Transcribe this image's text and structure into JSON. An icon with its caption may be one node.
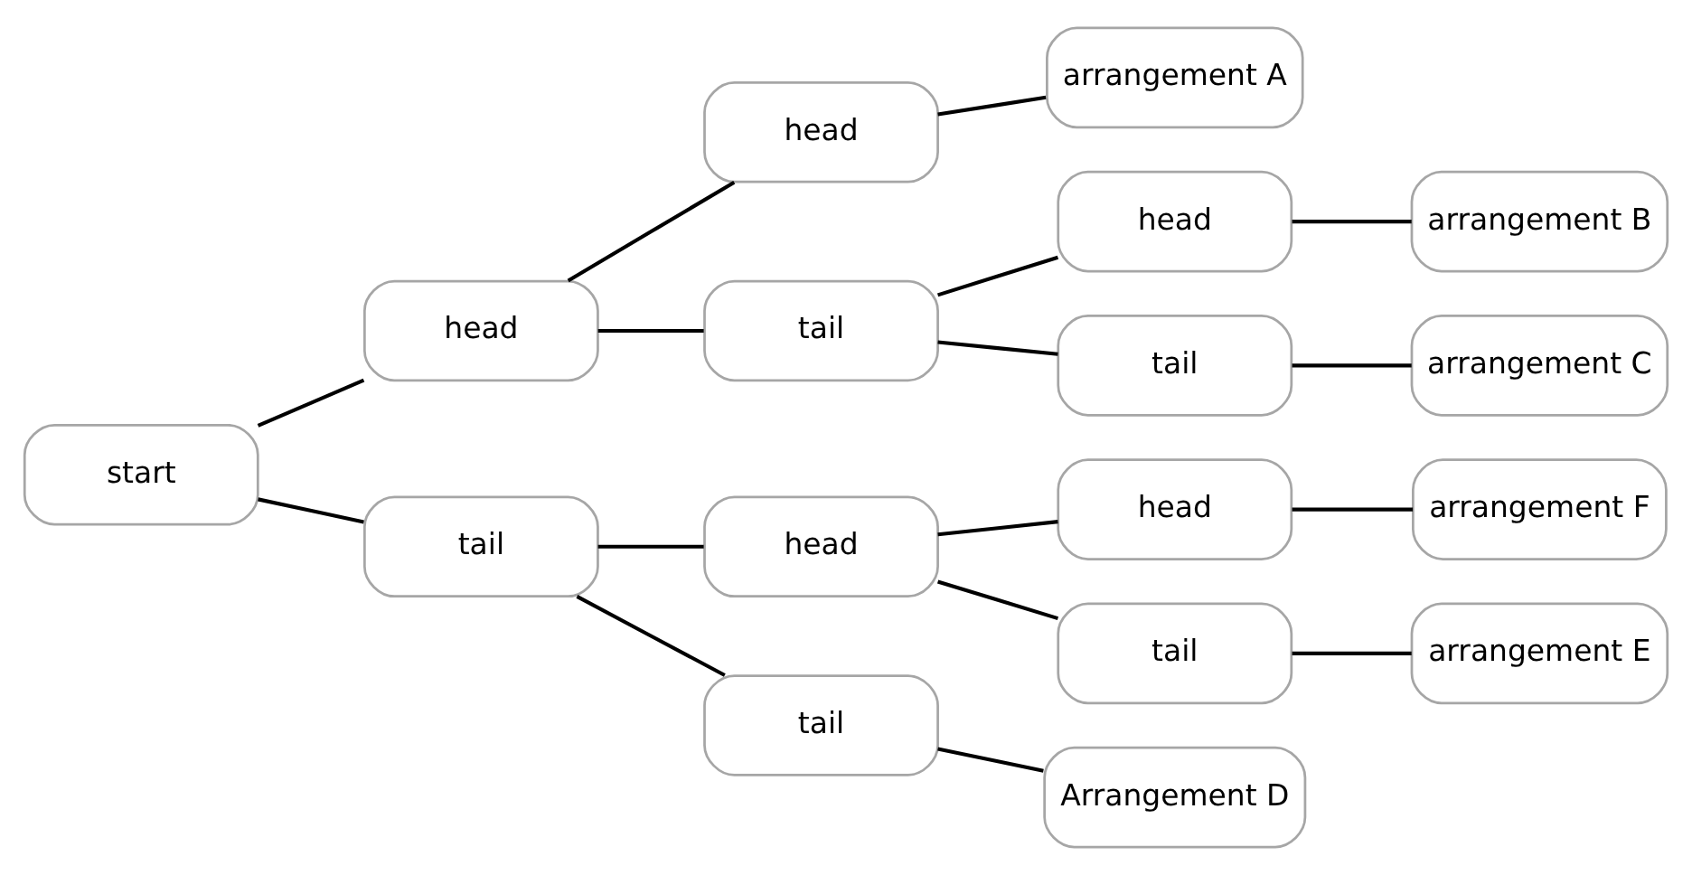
{
  "diagram": {
    "nodes": [
      {
        "text": [
          "start"
        ]
      },
      {
        "text": [
          "head"
        ]
      },
      {
        "text": [
          "head"
        ]
      },
      {
        "text": [
          "arrangement A"
        ]
      },
      {
        "text": [
          "tail"
        ]
      },
      {
        "text": [
          "head"
        ]
      },
      {
        "text": [
          "arrangement B"
        ]
      },
      {
        "text": [
          "tail"
        ]
      },
      {
        "text": [
          "arrangement C"
        ]
      },
      {
        "text": [
          "tail"
        ]
      },
      {
        "text": [
          "head"
        ]
      },
      {
        "text": [
          "head"
        ]
      },
      {
        "text": [
          "arrangement F"
        ]
      },
      {
        "text": [
          "tail"
        ]
      },
      {
        "text": [
          "arrangement E"
        ]
      },
      {
        "text": [
          "tail"
        ]
      },
      {
        "text": [
          "Arrangement D"
        ]
      }
    ],
    "edges": [
      {
        "from": 0,
        "to": 1,
        "arrow": "none"
      },
      {
        "from": 1,
        "to": 2,
        "arrow": "none"
      },
      {
        "from": 2,
        "to": 3,
        "arrow": "none"
      },
      {
        "from": 1,
        "to": 4,
        "arrow": "none"
      },
      {
        "from": 4,
        "to": 5,
        "arrow": "none"
      },
      {
        "from": 5,
        "to": 6,
        "arrow": "none"
      },
      {
        "from": 4,
        "to": 7,
        "arrow": "none"
      },
      {
        "from": 7,
        "to": 8,
        "arrow": "none"
      },
      {
        "from": 0,
        "to": 9,
        "arrow": "none"
      },
      {
        "from": 9,
        "to": 10,
        "arrow": "none"
      },
      {
        "from": 10,
        "to": 11,
        "arrow": "none"
      },
      {
        "from": 11,
        "to": 12,
        "arrow": "none"
      },
      {
        "from": 10,
        "to": 13,
        "arrow": "none"
      },
      {
        "from": 13,
        "to": 14,
        "arrow": "none"
      },
      {
        "from": 9,
        "to": 15,
        "arrow": "none"
      },
      {
        "from": 15,
        "to": 16,
        "arrow": "none"
      }
    ]
  }
}
